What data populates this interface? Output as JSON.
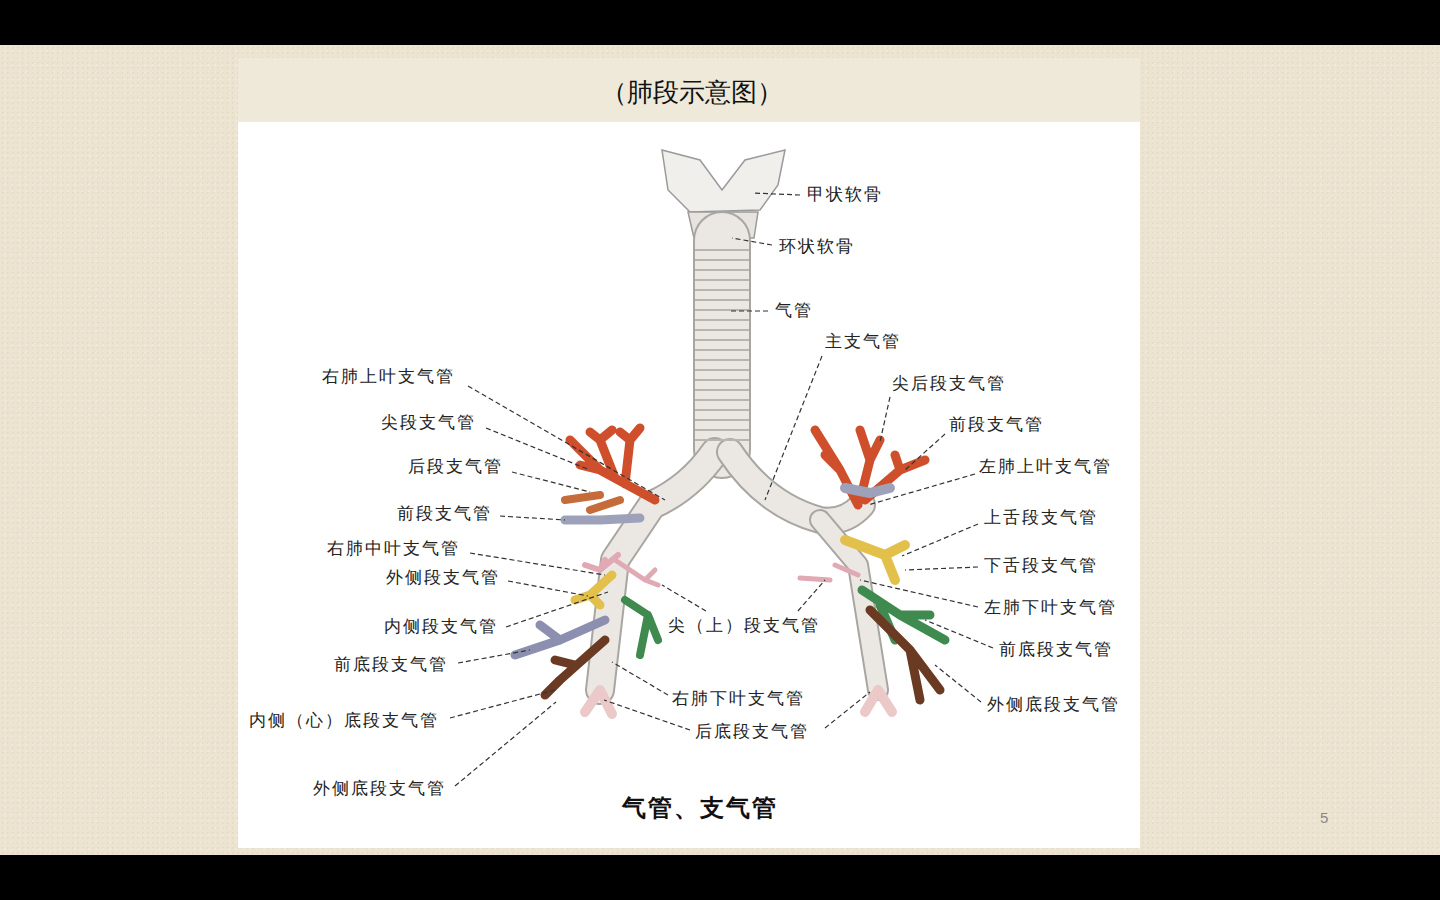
{
  "diagram": {
    "title": "（肺段示意图）",
    "caption": "气管、支气管",
    "labels": [
      "甲状软骨",
      "环状软骨",
      "气管",
      "主支气管",
      "右肺上叶支气管",
      "尖后段支气管",
      "尖段支气管",
      "前段支气管",
      "后段支气管",
      "左肺上叶支气管",
      "前段支气管",
      "上舌段支气管",
      "右肺中叶支气管",
      "下舌段支气管",
      "外侧段支气管",
      "左肺下叶支气管",
      "内侧段支气管",
      "尖（上）段支气管",
      "前底段支气管",
      "前底段支气管",
      "右肺下叶支气管",
      "外侧底段支气管",
      "内侧（心）底段支气管",
      "后底段支气管",
      "外侧底段支气管",
      "5"
    ]
  }
}
